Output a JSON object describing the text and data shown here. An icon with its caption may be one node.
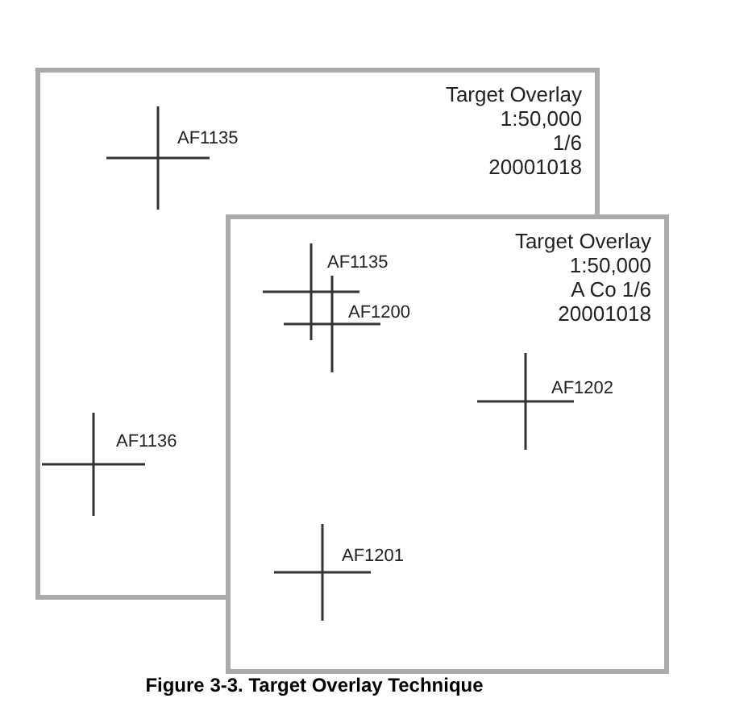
{
  "diagram": {
    "caption": "Figure 3-3. Target Overlay Technique",
    "nodes": [
      {
        "text": [
          "Target Overlay",
          "1:50,000",
          "1/6",
          "20001018"
        ]
      },
      {
        "text": [
          "AF1135"
        ],
        "in": 0
      },
      {
        "text": [
          "AF1136"
        ],
        "in": 0
      },
      {
        "text": [
          "Target Overlay",
          "1:50,000",
          "A Co 1/6",
          "20001018"
        ]
      },
      {
        "text": [
          "AF1135"
        ]
      },
      {
        "text": [
          "AF1200"
        ]
      },
      {
        "text": [
          "AF1202"
        ],
        "in": 3
      },
      {
        "text": [
          "AF1201"
        ]
      }
    ]
  }
}
